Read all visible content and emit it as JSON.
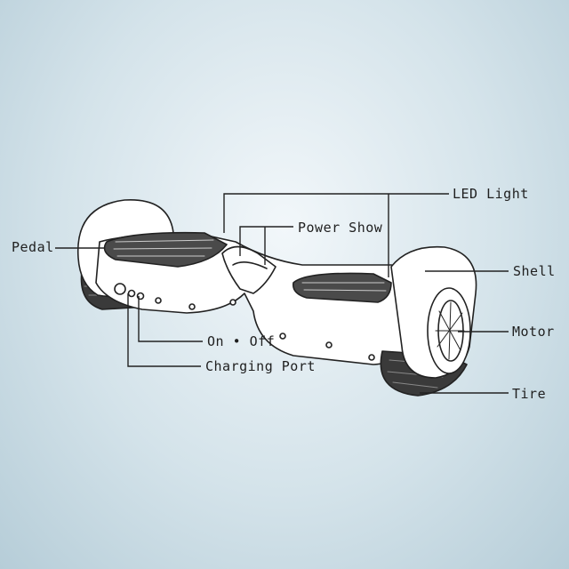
{
  "labels": {
    "led_light": "LED Light",
    "power_show": "Power Show",
    "pedal": "Pedal",
    "shell": "Shell",
    "motor": "Motor",
    "on_off": "On • Off",
    "charging_port": "Charging Port",
    "tire": "Tire"
  },
  "colors": {
    "line": "#222222",
    "body_fill": "#ffffff",
    "pad_fill": "#4a4a4a",
    "tire_fill": "#3a3a3a"
  }
}
